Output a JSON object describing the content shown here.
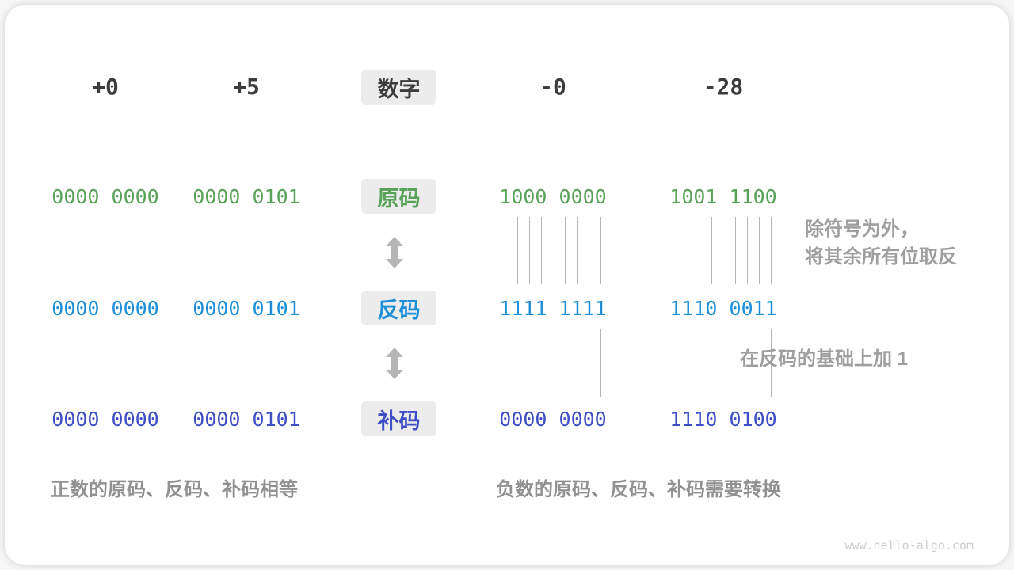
{
  "header": {
    "label": "数字",
    "columns": [
      "+0",
      "+5",
      "-0",
      "-28"
    ]
  },
  "rows": [
    {
      "id": "sign-magnitude",
      "label": "原码",
      "values": [
        "0000 0000",
        "0000 0101",
        "1000 0000",
        "1001 1100"
      ]
    },
    {
      "id": "ones-complement",
      "label": "反码",
      "values": [
        "0000 0000",
        "0000 0101",
        "1111 1111",
        "1110 0011"
      ]
    },
    {
      "id": "twos-complement",
      "label": "补码",
      "values": [
        "0000 0000",
        "0000 0101",
        "0000 0000",
        "1110 0100"
      ]
    }
  ],
  "annotations": {
    "invert_line1": "除符号为外，",
    "invert_line2": "将其余所有位取反",
    "add_one": "在反码的基础上加 1"
  },
  "captions": {
    "positive": "正数的原码、反码、补码相等",
    "negative": "负数的原码、反码、补码需要转换"
  },
  "watermark": "www.hello-algo.com",
  "colors": {
    "sign_magnitude_green": "#5aa15a",
    "ones_complement_blue": "#1d8fd9",
    "twos_complement_indigo": "#3e4fc6",
    "header_text": "#3c3c3c",
    "annotation_gray": "#9e9e9e",
    "label_background": "#ececec"
  }
}
